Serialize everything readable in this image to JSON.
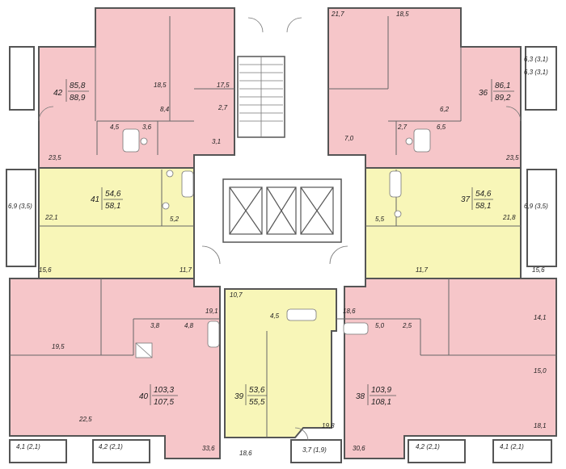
{
  "apartments": [
    {
      "id": "apt-42",
      "number": "42",
      "area_living": "85,8",
      "area_total": "88,9",
      "color": "#f6c6c9"
    },
    {
      "id": "apt-36",
      "number": "36",
      "area_living": "86,1",
      "area_total": "89,2",
      "color": "#f6c6c9"
    },
    {
      "id": "apt-41",
      "number": "41",
      "area_living": "54,6",
      "area_total": "58,1",
      "color": "#f8f6b8"
    },
    {
      "id": "apt-37",
      "number": "37",
      "area_living": "54,6",
      "area_total": "58,1",
      "color": "#f8f6b8"
    },
    {
      "id": "apt-40",
      "number": "40",
      "area_living": "103,3",
      "area_total": "107,5",
      "color": "#f6c6c9"
    },
    {
      "id": "apt-39",
      "number": "39",
      "area_living": "53,6",
      "area_total": "55,5",
      "color": "#f8f6b8"
    },
    {
      "id": "apt-38",
      "number": "38",
      "area_living": "103,9",
      "area_total": "108,1",
      "color": "#f6c6c9"
    }
  ],
  "room_labels": [
    "21,7",
    "18,5",
    "6,3 (3,1)",
    "18,5",
    "17,5",
    "8,4",
    "2,7",
    "4,5",
    "3,6",
    "23,5",
    "3,1",
    "6,2",
    "2,7",
    "6,5",
    "7,0",
    "23,5",
    "6,3 (3,1)",
    "6,9 (3,5)",
    "22,1",
    "5,2",
    "15,6",
    "11,7",
    "5,5",
    "21,8",
    "6,9 (3,5)",
    "11,7",
    "15,6",
    "10,7",
    "4,5",
    "19,1",
    "3,8",
    "4,8",
    "19,5",
    "22,5",
    "33,6",
    "18,6",
    "5,0",
    "2,5",
    "14,1",
    "15,0",
    "18,1",
    "30,6",
    "19,8",
    "18,6",
    "4,1 (2,1)",
    "4,2 (2,1)",
    "3,7 (1,9)",
    "4,2 (2,1)",
    "4,1 (2,1)"
  ],
  "colors": {
    "pink": "#f6c6c9",
    "yellow": "#f8f6b8",
    "wall": "#555555",
    "common": "#ffffff"
  }
}
